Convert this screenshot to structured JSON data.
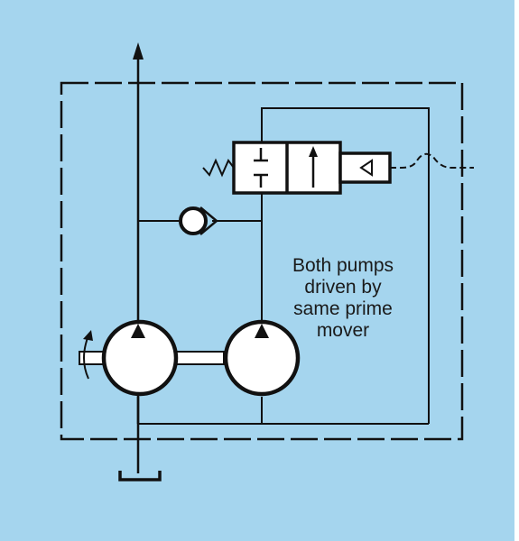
{
  "diagram": {
    "note_lines": [
      "Both pumps",
      "driven by",
      "same prime",
      "mover"
    ]
  },
  "colors": {
    "background": "#a5d5ee",
    "line": "#111111",
    "fill": "#ffffff"
  },
  "icons": {
    "reservoir": "tank-icon",
    "check_valve": "check-valve-icon",
    "pump": "pump-icon",
    "directional_valve": "directional-valve-icon",
    "spring": "spring-icon",
    "pilot": "pilot-operator-icon",
    "rotation": "rotation-arrow-icon"
  }
}
